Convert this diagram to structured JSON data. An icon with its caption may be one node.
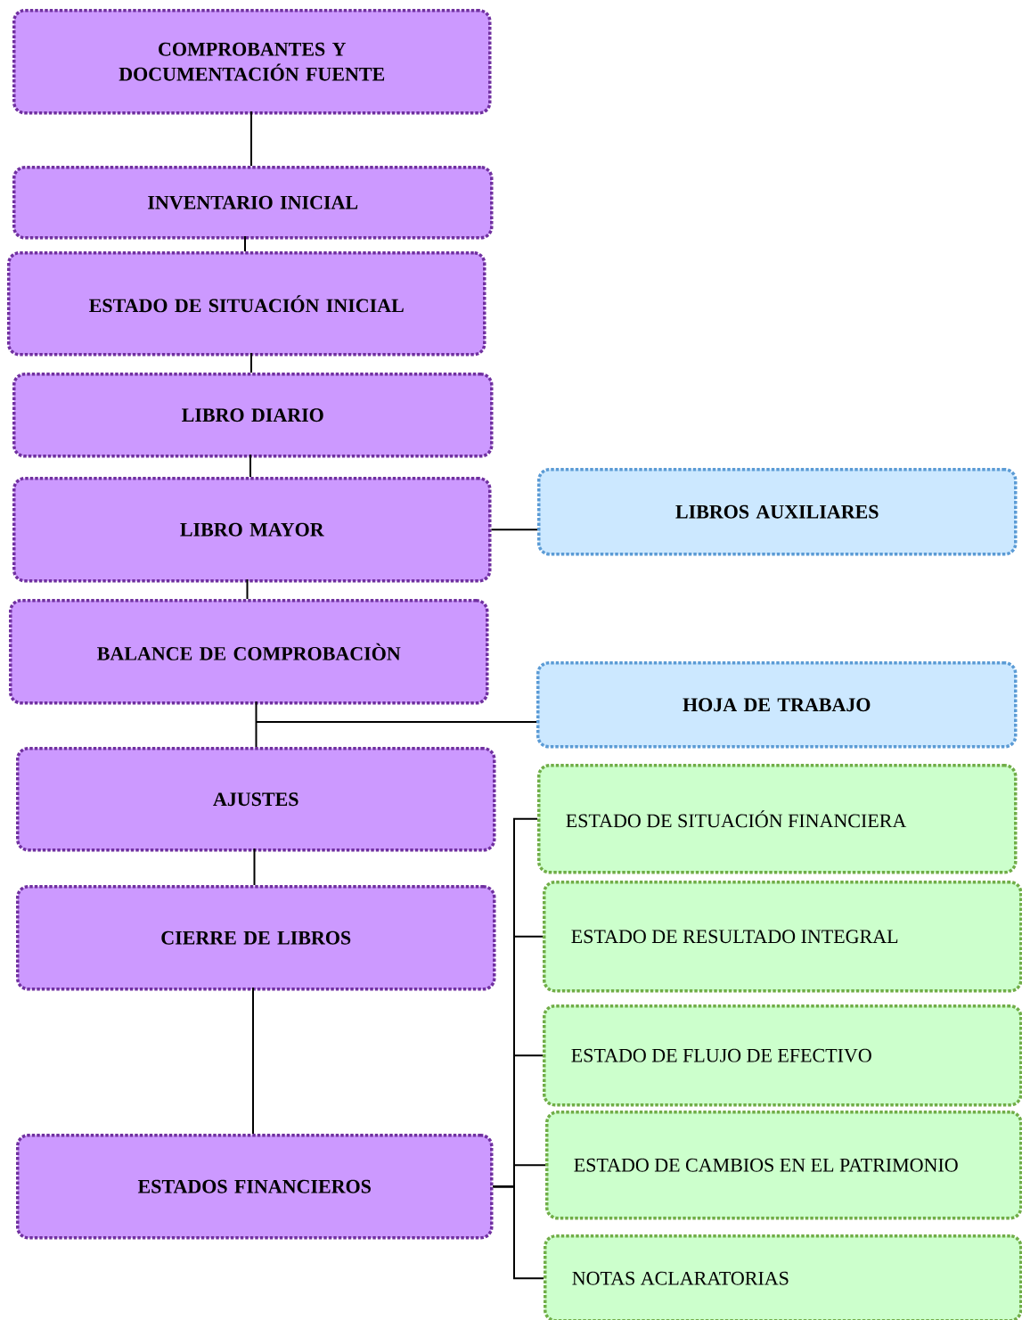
{
  "diagram": {
    "nodes": [
      {
        "text": [
          "COMPROBANTES Y DOCUMENTACIÓN FUENTE"
        ]
      },
      {
        "text": [
          "INVENTARIO INICIAL"
        ]
      },
      {
        "text": [
          "ESTADO DE SITUACIÓN INICIAL"
        ]
      },
      {
        "text": [
          "LIBRO DIARIO"
        ]
      },
      {
        "text": [
          "LIBRO MAYOR"
        ]
      },
      {
        "text": [
          "LIBROS AUXILIARES"
        ]
      },
      {
        "text": [
          "BALANCE DE COMPROBACIÒN"
        ]
      },
      {
        "text": [
          "HOJA DE TRABAJO"
        ]
      },
      {
        "text": [
          "AJUSTES"
        ]
      },
      {
        "text": [
          "CIERRE DE LIBROS"
        ]
      },
      {
        "text": [
          "ESTADOS FINANCIEROS"
        ]
      },
      {
        "text": [
          "ESTADO DE SITUACIÓN FINANCIERA"
        ]
      },
      {
        "text": [
          "ESTADO DE RESULTADO INTEGRAL"
        ]
      },
      {
        "text": [
          "ESTADO DE FLUJO DE EFECTIVO"
        ]
      },
      {
        "text": [
          "ESTADO DE CAMBIOS EN EL PATRIMONIO"
        ]
      },
      {
        "text": [
          "NOTAS ACLARATORIAS"
        ]
      }
    ],
    "edges": [
      {
        "from": 0,
        "to": 1,
        "arrow": "none"
      },
      {
        "from": 1,
        "to": 2,
        "arrow": "none"
      },
      {
        "from": 2,
        "to": 3,
        "arrow": "none"
      },
      {
        "from": 3,
        "to": 4,
        "arrow": "none"
      },
      {
        "from": 4,
        "to": 5,
        "arrow": "none"
      },
      {
        "from": 4,
        "to": 6,
        "arrow": "none"
      },
      {
        "from": 6,
        "to": 7,
        "arrow": "none"
      },
      {
        "from": 6,
        "to": 8,
        "arrow": "none"
      },
      {
        "from": 8,
        "to": 9,
        "arrow": "none"
      },
      {
        "from": 9,
        "to": 10,
        "arrow": "none"
      },
      {
        "from": 10,
        "to": 11,
        "arrow": "none"
      },
      {
        "from": 10,
        "to": 12,
        "arrow": "none"
      },
      {
        "from": 10,
        "to": 13,
        "arrow": "none"
      },
      {
        "from": 10,
        "to": 14,
        "arrow": "none"
      },
      {
        "from": 10,
        "to": 15,
        "arrow": "none"
      }
    ]
  }
}
